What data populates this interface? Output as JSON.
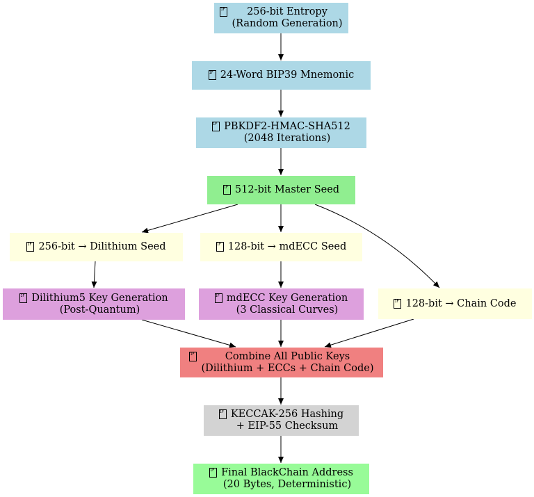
{
  "colors": {
    "blue": "#add8e6",
    "green": "#90ee90",
    "yellow": "#ffffe0",
    "purple": "#dda0dd",
    "red": "#f08080",
    "gray": "#d3d3d3",
    "final_green": "#98fb98"
  },
  "nodes": {
    "entropy": {
      "icon": "1F 3B2",
      "line1": "256-bit Entropy",
      "line2": "(Random Generation)"
    },
    "mnemonic": {
      "icon": "1F 4DD",
      "line1": "24-Word BIP39 Mnemonic"
    },
    "pbkdf2": {
      "icon": "1F 504",
      "line1": "PBKDF2-HMAC-SHA512",
      "line2": "(2048 Iterations)"
    },
    "master_seed": {
      "icon": "1F 511",
      "line1": "512-bit Master Seed"
    },
    "dilithium_seed": {
      "icon": "1F 535",
      "line1": "256-bit → Dilithium Seed"
    },
    "mdecc_seed": {
      "icon": "1F 7E0",
      "line1": "128-bit → mdECC Seed"
    },
    "dilithium_keygen": {
      "icon": "1F 6E1",
      "line1": "Dilithium5 Key Generation",
      "line2": "(Post-Quantum)"
    },
    "mdecc_keygen": {
      "icon": "1F 510",
      "line1": "mdECC Key Generation",
      "line2": "(3 Classical Curves)"
    },
    "chain_code": {
      "icon": "1F 517",
      "line1": "128-bit → Chain Code"
    },
    "combine": {
      "icon": "1F 4E6",
      "line1": "Combine All Public Keys",
      "line2": "(Dilithium + ECCs + Chain Code)"
    },
    "keccak": {
      "icon": "1F 501",
      "line1": "KECCAK-256 Hashing",
      "line2": "+ EIP-55 Checksum"
    },
    "final_address": {
      "icon": "1F 3F7",
      "line1": "Final BlackChain Address",
      "line2": "(20 Bytes, Deterministic)"
    }
  }
}
